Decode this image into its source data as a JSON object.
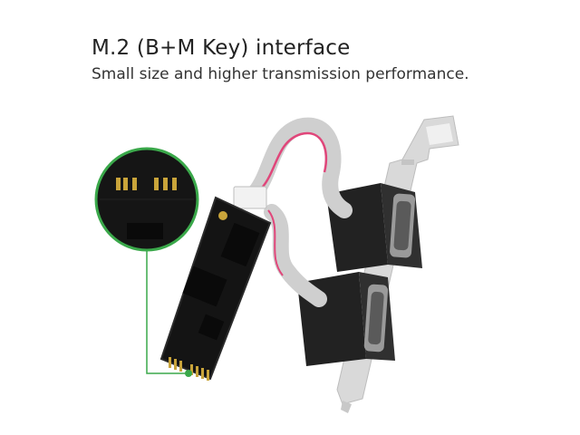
{
  "heading": {
    "title": "M.2 (B+M Key) interface",
    "subtitle": "Small size and higher transmission performance."
  },
  "colors": {
    "background": "#ffffff",
    "pcb": "#1a1a1a",
    "callout_green": "#3aa84a",
    "ribbon_cable": "#c9c9c9",
    "ribbon_stripe": "#e0467a",
    "bracket": "#d6d6d6",
    "connector": "#202020"
  },
  "figure": {
    "subject": "m2-to-dual-serial-expansion-card",
    "icons": [
      "zoom-callout-circle",
      "green-leader-line"
    ]
  }
}
